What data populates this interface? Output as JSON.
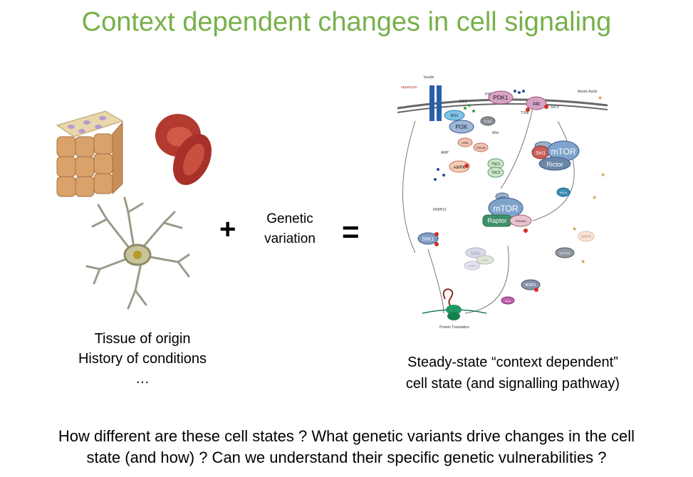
{
  "title": "Context dependent changes in cell signaling",
  "plus": "+",
  "equals": "=",
  "genetic": [
    "Genetic",
    "variation"
  ],
  "tissue": [
    "Tissue of origin",
    "History of conditions",
    "…"
  ],
  "steady_state": [
    "Steady-state “context dependent”",
    "cell state (and signalling pathway)"
  ],
  "question": [
    "How different are these cell states ? What genetic variants drive changes in the cell",
    "state (and how) ? Can we understand their specific genetic vulnerabilities ?"
  ],
  "pathway": {
    "insulin": "Insulin",
    "rapamycin": "rapamycin",
    "amino_acids": "Amino Acids",
    "pip2": "PIP2",
    "pip3": "PIP3",
    "pdk1": "PDK1",
    "akt": "Akt",
    "t308": "T308",
    "s473": "S473",
    "irs1": "IRS1",
    "pi3k": "PI3K",
    "pten": "PTEN",
    "wnt": "Wnt",
    "gsk3b": "GSK3β",
    "lkb1": "LKB1",
    "amp": "AMP",
    "ampk": "AMPK",
    "tsc1": "TSC1",
    "tsc2": "TSC2",
    "sin1": "Sin1",
    "mtor": "mTOR",
    "rictor": "Rictor",
    "pkc": "PKCα",
    "mlst8": "mLST8",
    "fkbp12": "FKBP12",
    "raptor": "Raptor",
    "pras40": "PRAS40",
    "s6k1": "S6K1",
    "ampk2": "AMPK",
    "vps34": "hVPS34",
    "eif3": "eIF3",
    "ebp1": "4EBP1",
    "eif4e": "eIF4E",
    "protein_translation": "Protein Translation"
  }
}
